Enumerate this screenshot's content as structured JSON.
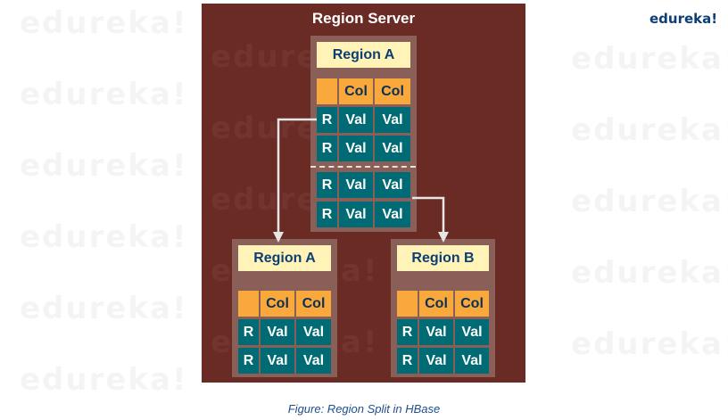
{
  "logo_text": "edureka!",
  "watermark_text": "edureka!",
  "server_title": "Region Server",
  "caption": "Figure: Region Split in HBase",
  "colors": {
    "server_bg": "#6b2b25",
    "region_bg": "#8a5f57",
    "label_bg": "#fff3b8",
    "header_cell": "#f9a93b",
    "data_cell": "#006b74",
    "label_text": "#0d3f74",
    "caption_text": "#1f4e8c"
  },
  "regions": {
    "original": {
      "label": "Region A",
      "header": [
        "Col",
        "Col"
      ],
      "rows": [
        {
          "key": "R",
          "vals": [
            "Val",
            "Val"
          ]
        },
        {
          "key": "R",
          "vals": [
            "Val",
            "Val"
          ]
        },
        {
          "key": "R",
          "vals": [
            "Val",
            "Val"
          ]
        },
        {
          "key": "R",
          "vals": [
            "Val",
            "Val"
          ]
        }
      ]
    },
    "left": {
      "label": "Region A",
      "header": [
        "Col",
        "Col"
      ],
      "rows": [
        {
          "key": "R",
          "vals": [
            "Val",
            "Val"
          ]
        },
        {
          "key": "R",
          "vals": [
            "Val",
            "Val"
          ]
        }
      ]
    },
    "right": {
      "label": "Region B",
      "header": [
        "Col",
        "Col"
      ],
      "rows": [
        {
          "key": "R",
          "vals": [
            "Val",
            "Val"
          ]
        },
        {
          "key": "R",
          "vals": [
            "Val",
            "Val"
          ]
        }
      ]
    }
  }
}
